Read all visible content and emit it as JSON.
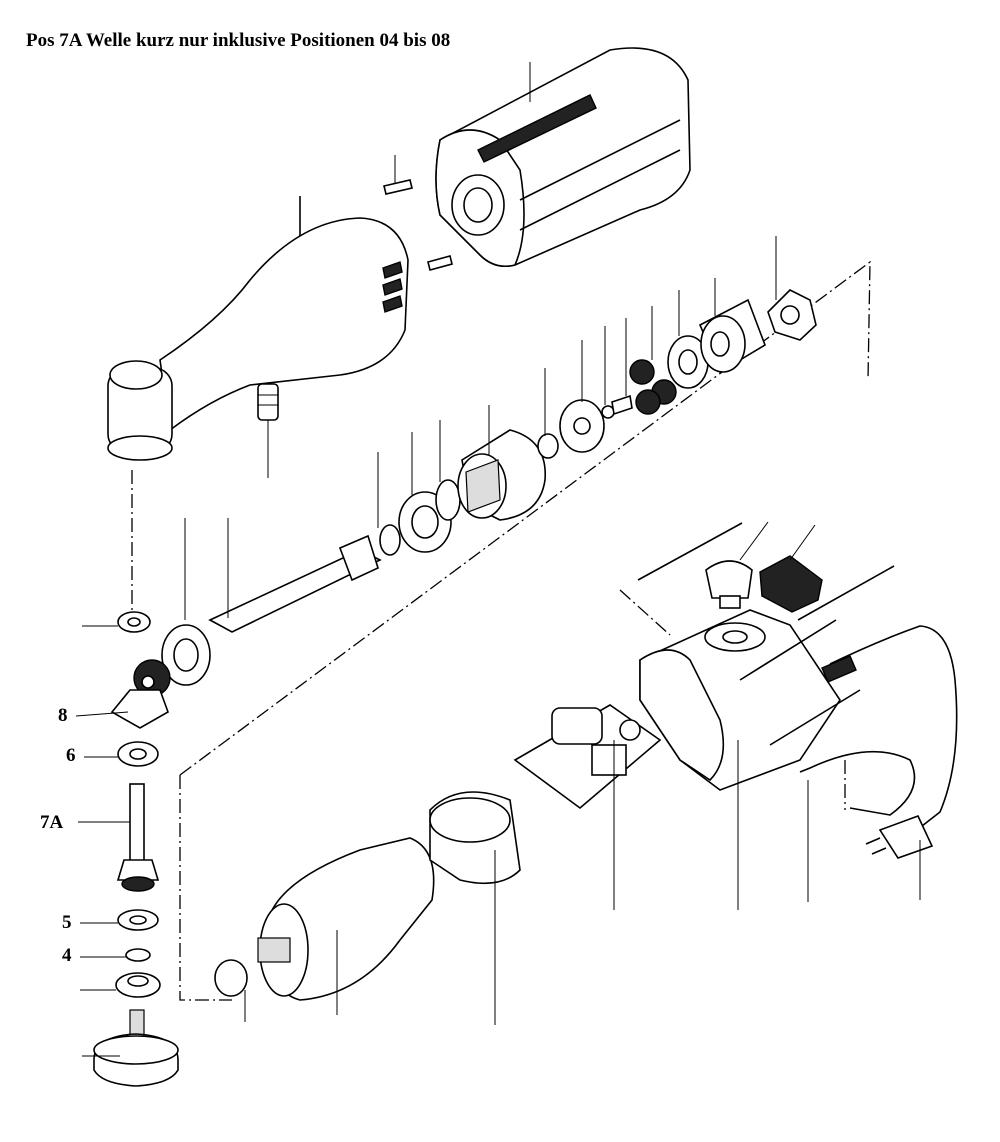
{
  "title": "Pos 7A Welle kurz nur inklusive Positionen 04 bis 08",
  "position_labels": [
    {
      "id": "pos-8",
      "text": "8"
    },
    {
      "id": "pos-6",
      "text": "6"
    },
    {
      "id": "pos-7a",
      "text": "7A"
    },
    {
      "id": "pos-5",
      "text": "5"
    },
    {
      "id": "pos-4",
      "text": "4"
    }
  ],
  "colors": {
    "ink": "#000000",
    "paper": "#ffffff"
  }
}
